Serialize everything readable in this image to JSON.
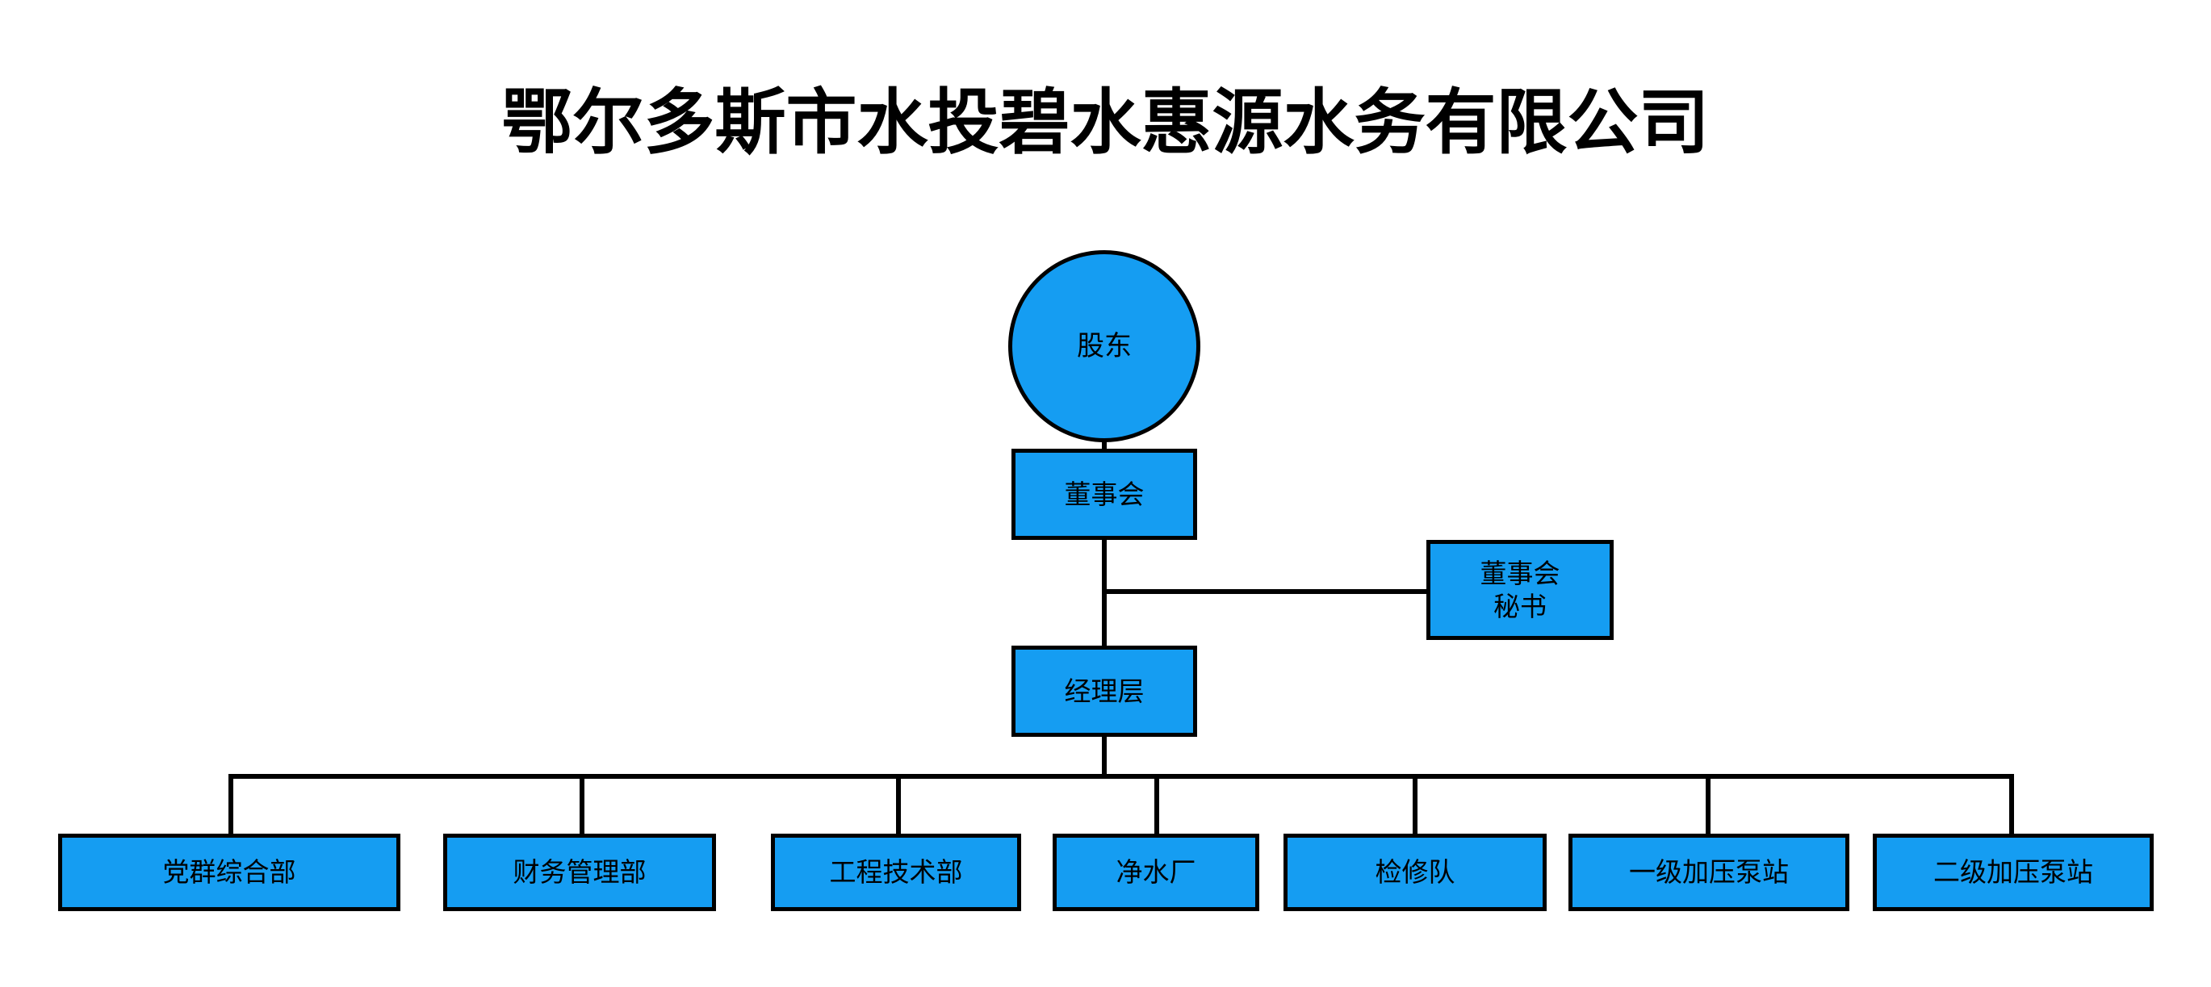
{
  "title": "鄂尔多斯市水投碧水惠源水务有限公司",
  "colors": {
    "node_fill": "#159DF2",
    "node_border": "#000000",
    "connector": "#000000",
    "background": "#ffffff",
    "text": "#000000"
  },
  "chart_data": {
    "type": "diagram",
    "diagram_kind": "organizational-chart",
    "title": "鄂尔多斯市水投碧水惠源水务有限公司",
    "nodes": [
      {
        "id": "shareholders",
        "label": "股东",
        "shape": "circle",
        "level": 0
      },
      {
        "id": "board",
        "label": "董事会",
        "shape": "rect",
        "level": 1
      },
      {
        "id": "secretary",
        "label": "董事会\n秘书",
        "shape": "rect",
        "level": 1,
        "staff": true
      },
      {
        "id": "management",
        "label": "经理层",
        "shape": "rect",
        "level": 2
      },
      {
        "id": "dept1",
        "label": "党群综合部",
        "shape": "rect",
        "level": 3
      },
      {
        "id": "dept2",
        "label": "财务管理部",
        "shape": "rect",
        "level": 3
      },
      {
        "id": "dept3",
        "label": "工程技术部",
        "shape": "rect",
        "level": 3
      },
      {
        "id": "dept4",
        "label": "净水厂",
        "shape": "rect",
        "level": 3
      },
      {
        "id": "dept5",
        "label": "检修队",
        "shape": "rect",
        "level": 3
      },
      {
        "id": "dept6",
        "label": "一级加压泵站",
        "shape": "rect",
        "level": 3
      },
      {
        "id": "dept7",
        "label": "二级加压泵站",
        "shape": "rect",
        "level": 3
      }
    ],
    "edges": [
      {
        "from": "shareholders",
        "to": "board"
      },
      {
        "from": "board",
        "to": "management"
      },
      {
        "from": "board",
        "to": "secretary",
        "style": "lateral"
      },
      {
        "from": "management",
        "to": "dept1"
      },
      {
        "from": "management",
        "to": "dept2"
      },
      {
        "from": "management",
        "to": "dept3"
      },
      {
        "from": "management",
        "to": "dept4"
      },
      {
        "from": "management",
        "to": "dept5"
      },
      {
        "from": "management",
        "to": "dept6"
      },
      {
        "from": "management",
        "to": "dept7"
      }
    ]
  },
  "nodes": {
    "shareholders": {
      "label": "股东"
    },
    "board": {
      "label": "董事会"
    },
    "secretary": {
      "line1": "董事会",
      "line2": "秘书"
    },
    "management": {
      "label": "经理层"
    },
    "departments": [
      {
        "label": "党群综合部"
      },
      {
        "label": "财务管理部"
      },
      {
        "label": "工程技术部"
      },
      {
        "label": "净水厂"
      },
      {
        "label": "检修队"
      },
      {
        "label": "一级加压泵站"
      },
      {
        "label": "二级加压泵站"
      }
    ]
  }
}
